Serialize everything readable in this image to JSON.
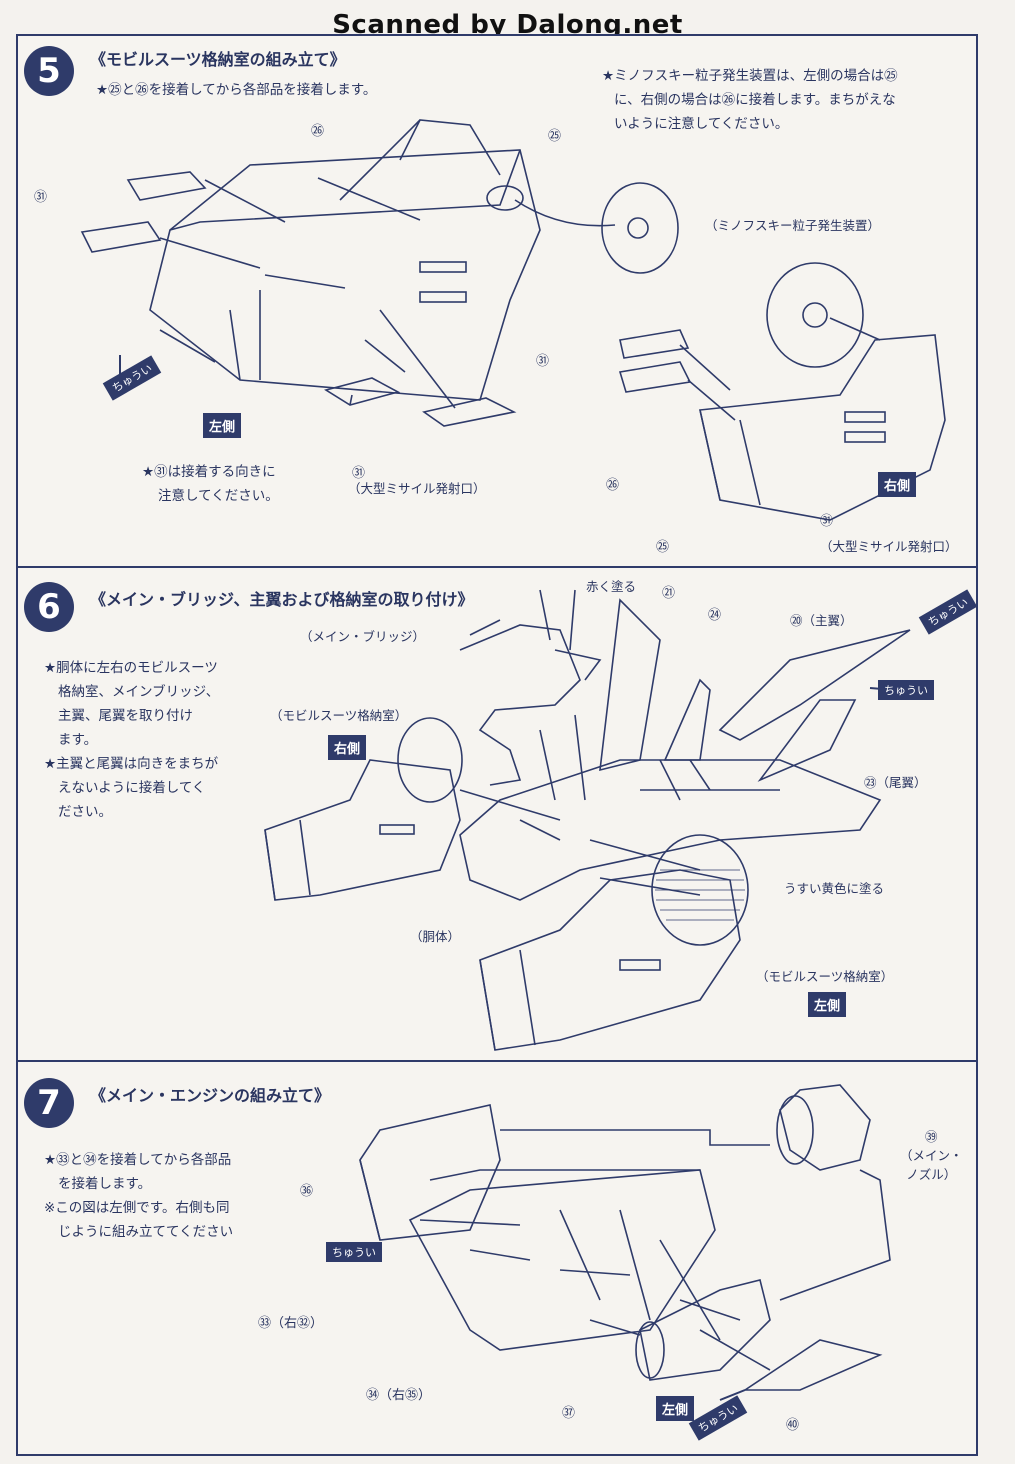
{
  "banner": "Scanned by Dalong.net",
  "sec5": {
    "number": "5",
    "title": "《モビルスーツ格納室の組み立て》",
    "note1": "★㉕と㉖を接着してから各部品を接着します。",
    "note2_lines": [
      "★ミノフスキー粒子発生装置は、左側の場合は㉕",
      "に、右側の場合は㉖に接着します。まちがえな",
      "いように注意してください。"
    ],
    "note3_lines": [
      "★㉛は接着する向きに",
      "注意してください。"
    ],
    "label_minovsky": "（ミノフスキー粒子発生装置）",
    "label_missile": "（大型ミサイル発射口）",
    "left_badge": "左側",
    "right_badge": "右側",
    "caution": "ちゅうい",
    "parts": {
      "p26": "㉖",
      "p25": "㉕",
      "p31": "㉛"
    }
  },
  "sec6": {
    "number": "6",
    "title": "《メイン・ブリッジ、主翼および格納室の取り付け》",
    "note_lines": [
      "★胴体に左右のモビルスーツ",
      "格納室、メインブリッジ、",
      "主翼、尾翼を取り付け",
      "ます。",
      "★主翼と尾翼は向きをまちが",
      "えないように接着してく",
      "ださい。"
    ],
    "label_red": "赤く塗る",
    "label_bridge": "（メイン・ブリッジ）",
    "label_ms_room": "（モビルスーツ格納室）",
    "label_body": "（胴体）",
    "label_yellow": "うすい黄色に塗る",
    "label_main_wing": "⑳（主翼）",
    "label_tail_wing": "㉓（尾翼）",
    "label_ms_room2": "（モビルスーツ格納室）",
    "right_badge": "右側",
    "left_badge": "左側",
    "caution": "ちゅうい",
    "parts": {
      "p21": "㉑",
      "p24": "㉔"
    }
  },
  "sec7": {
    "number": "7",
    "title": "《メイン・エンジンの組み立て》",
    "note_lines": [
      "★㉝と㉞を接着してから各部品",
      "を接着します。",
      "※この図は左側です。右側も同",
      "じように組み立ててください"
    ],
    "label_nozzle_lines": [
      "㊴",
      "（メイン・",
      "ノズル）"
    ],
    "parts": {
      "p36": "㊱",
      "p33": "㉝（右㉜）",
      "p34": "㉞（右㉟）",
      "p37": "㊲",
      "p40": "㊵"
    },
    "left_badge": "左側",
    "caution": "ちゅうい"
  },
  "colors": {
    "ink": "#2f3b6a",
    "paper": "#f6f4f0"
  }
}
